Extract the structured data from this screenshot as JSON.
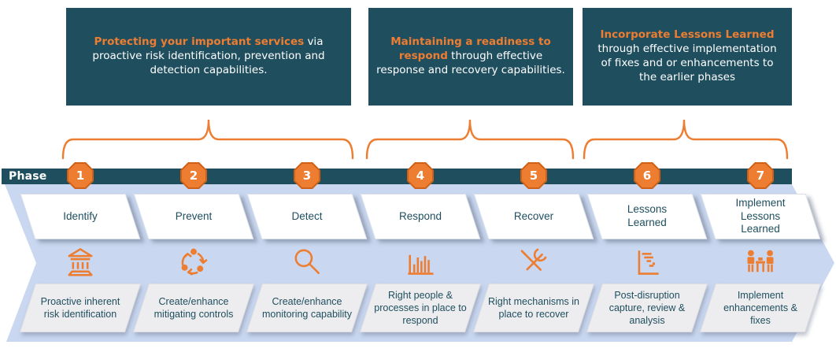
{
  "colors": {
    "dark_teal": "#1F4E5F",
    "orange": "#ED7D31",
    "orange_border": "#CE6018",
    "light_blue_arrow": "#C9D8F0",
    "gray_box": "#EDEDEF",
    "white_box": "#FFFFFF"
  },
  "callouts": [
    {
      "highlight": "Protecting your important services",
      "rest": " via proactive risk identification, prevention and detection capabilities."
    },
    {
      "highlight": "Maintaining a readiness to respond",
      "rest": " through effective response and recovery capabilities."
    },
    {
      "highlight": "Incorporate Lessons Learned",
      "rest": " through effective implementation of fixes and or enhancements to the earlier phases"
    }
  ],
  "phase_bar": {
    "label": "Phase"
  },
  "phases": [
    {
      "number": "1",
      "name": "Identify",
      "icon": "bank-icon",
      "description": "Proactive inherent risk identification"
    },
    {
      "number": "2",
      "name": "Prevent",
      "icon": "cycle-arrows-icon",
      "description": "Create/enhance mitigating controls"
    },
    {
      "number": "3",
      "name": "Detect",
      "icon": "magnifier-icon",
      "description": "Create/enhance monitoring capability"
    },
    {
      "number": "4",
      "name": "Respond",
      "icon": "bar-chart-icon",
      "description": "Right people & processes in place to respond"
    },
    {
      "number": "5",
      "name": "Recover",
      "icon": "tools-icon",
      "description": "Right mechanisms in place to recover"
    },
    {
      "number": "6",
      "name": "Lessons Learned",
      "icon": "gantt-chart-icon",
      "description": "Post-disruption capture, review & analysis"
    },
    {
      "number": "7",
      "name": "Implement Lessons Learned",
      "icon": "meeting-icon",
      "description": "Implement enhancements & fixes"
    }
  ]
}
